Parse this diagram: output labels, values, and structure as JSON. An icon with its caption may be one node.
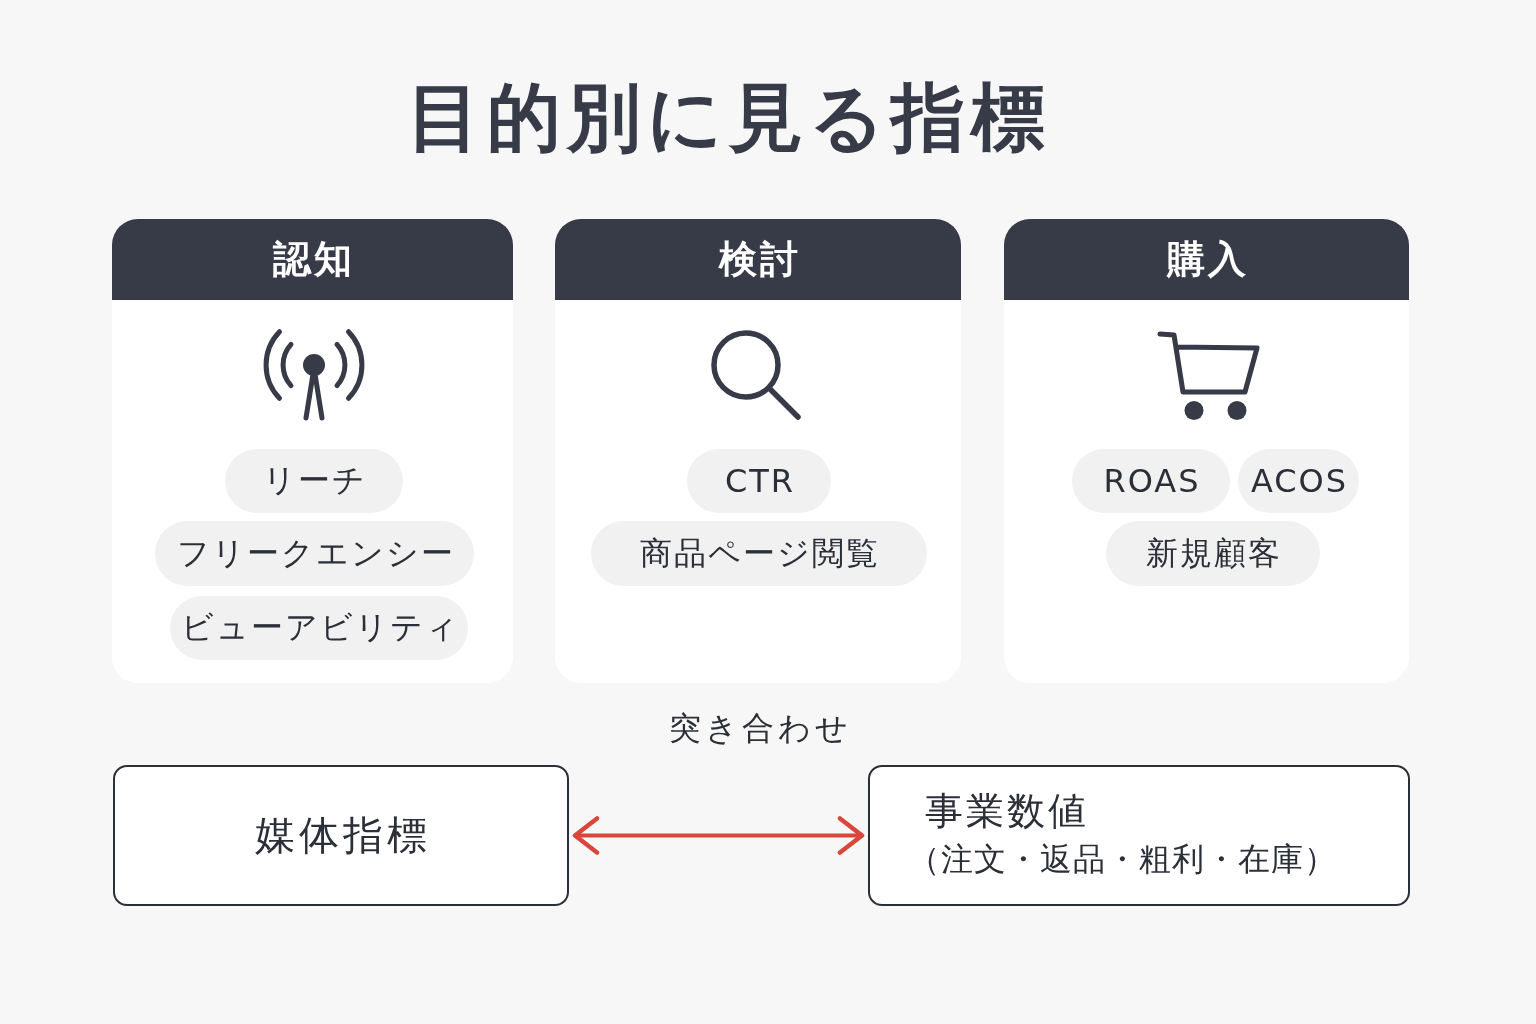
{
  "diagram": {
    "title": "目的別に見る指標",
    "nodes": [
      {
        "text": [
          "認知"
        ]
      },
      {
        "text": [
          "リーチ"
        ],
        "in": 0
      },
      {
        "text": [
          "フリークエンシー"
        ],
        "in": 0
      },
      {
        "text": [
          "ビューアビリティ"
        ],
        "in": 0
      },
      {
        "text": [
          "検討"
        ]
      },
      {
        "text": [
          "CTR"
        ],
        "in": 4
      },
      {
        "text": [
          "商品ページ閲覧"
        ],
        "in": 4
      },
      {
        "text": [
          "購入"
        ]
      },
      {
        "text": [
          "ROAS"
        ],
        "in": 7
      },
      {
        "text": [
          "ACOS"
        ],
        "in": 7
      },
      {
        "text": [
          "新規顧客"
        ],
        "in": 7
      },
      {
        "text": [
          "媒体指標"
        ]
      },
      {
        "text": [
          "事業数値",
          "（注文・返品・粗利・在庫）"
        ]
      }
    ],
    "edges": [
      {
        "from": 11,
        "to": 12,
        "arrow": "both",
        "label": "突き合わせ",
        "color": "#d9463b"
      }
    ]
  }
}
